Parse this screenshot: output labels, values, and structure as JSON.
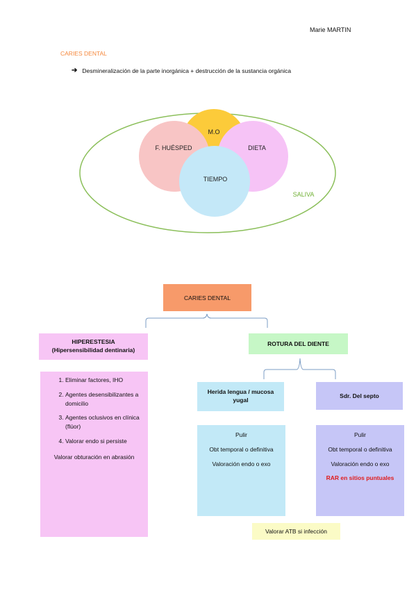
{
  "header": {
    "author": "Marie MARTIN"
  },
  "section": {
    "title": "CARIES DENTAL",
    "definition": "Desmineralización de la parte inorgánica + destrucción de la sustancia orgánica"
  },
  "venn": {
    "mo": "M.O",
    "huesped": "F. HUÉSPED",
    "dieta": "DIETA",
    "tiempo": "TIEMPO",
    "saliva": "SALIVA",
    "colors": {
      "mo": "#fccb3a",
      "huesped": "#f8c5c5",
      "dieta": "#f6c3f6",
      "tiempo": "#c4e8f8",
      "saliva_text": "#70b034",
      "outer_stroke": "#8bbf5a"
    }
  },
  "diagram": {
    "root": "CARIES DENTAL",
    "hiper": {
      "line1": "HIPERESTESIA",
      "line2": "(Hipersensibilidad dentinaria)"
    },
    "rotura": "ROTURA DEL DIENTE",
    "herida": {
      "line1": "Herida lengua / mucosa",
      "line2": "yugal"
    },
    "sdr": "Sdr. Del septo",
    "hiper_list": [
      "Eliminar factores, IHO",
      "Agentes desensibilizantes a domicilio",
      "Agentes oclusivos en clínica (flúor)",
      "Valorar endo si persiste"
    ],
    "hiper_footer": "Valorar obturación en abrasión",
    "herida_items": [
      "Pulir",
      "Obt temporal o definitiva",
      "Valoración endo o exo"
    ],
    "sdr_items": [
      "Pulir",
      "Obt temporal o definitiva",
      "Valoración endo o exo"
    ],
    "sdr_highlight": "RAR en sitios puntuales",
    "atb": "Valorar ATB si infección",
    "colors": {
      "root": "#f79a6a",
      "hiper": "#f7c5f5",
      "rotura": "#c6f7c6",
      "herida": "#c2e9f7",
      "sdr": "#c6c6f7",
      "atb": "#fbfbc6",
      "brace": "#7b9cc4",
      "highlight": "#e01b1b"
    }
  }
}
